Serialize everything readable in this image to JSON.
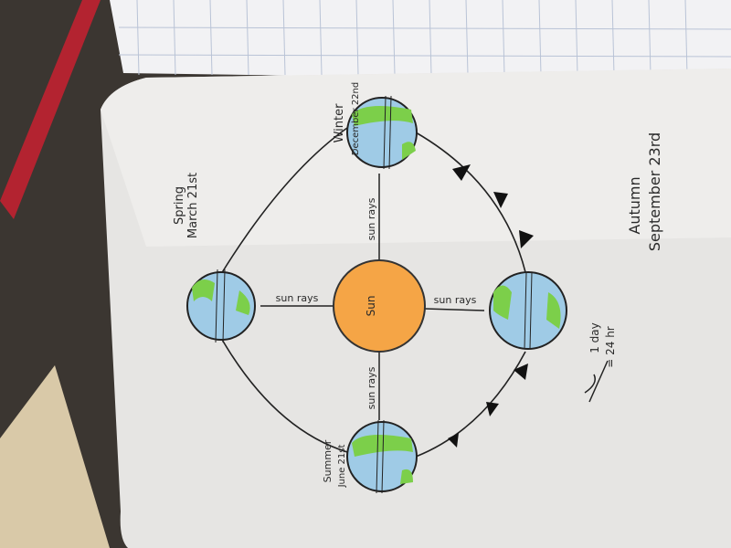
{
  "labels": {
    "winter": {
      "season": "Winter",
      "date": "December 22nd"
    },
    "spring": {
      "season": "Spring",
      "date": "March 21st"
    },
    "summer": {
      "season": "Summer",
      "date": "June 21st"
    },
    "autumn": {
      "season": "Autumn",
      "date": "September 23rd"
    },
    "sun": "Sun",
    "sun_rays": "sun rays",
    "note_day": "1 day",
    "note_hours": "= 24 hr"
  },
  "colors": {
    "sun": "#f5a546",
    "ocean": "#9fcbe6",
    "land": "#7ccf4a",
    "ink": "#222222",
    "paper": "#e9e8e6"
  }
}
